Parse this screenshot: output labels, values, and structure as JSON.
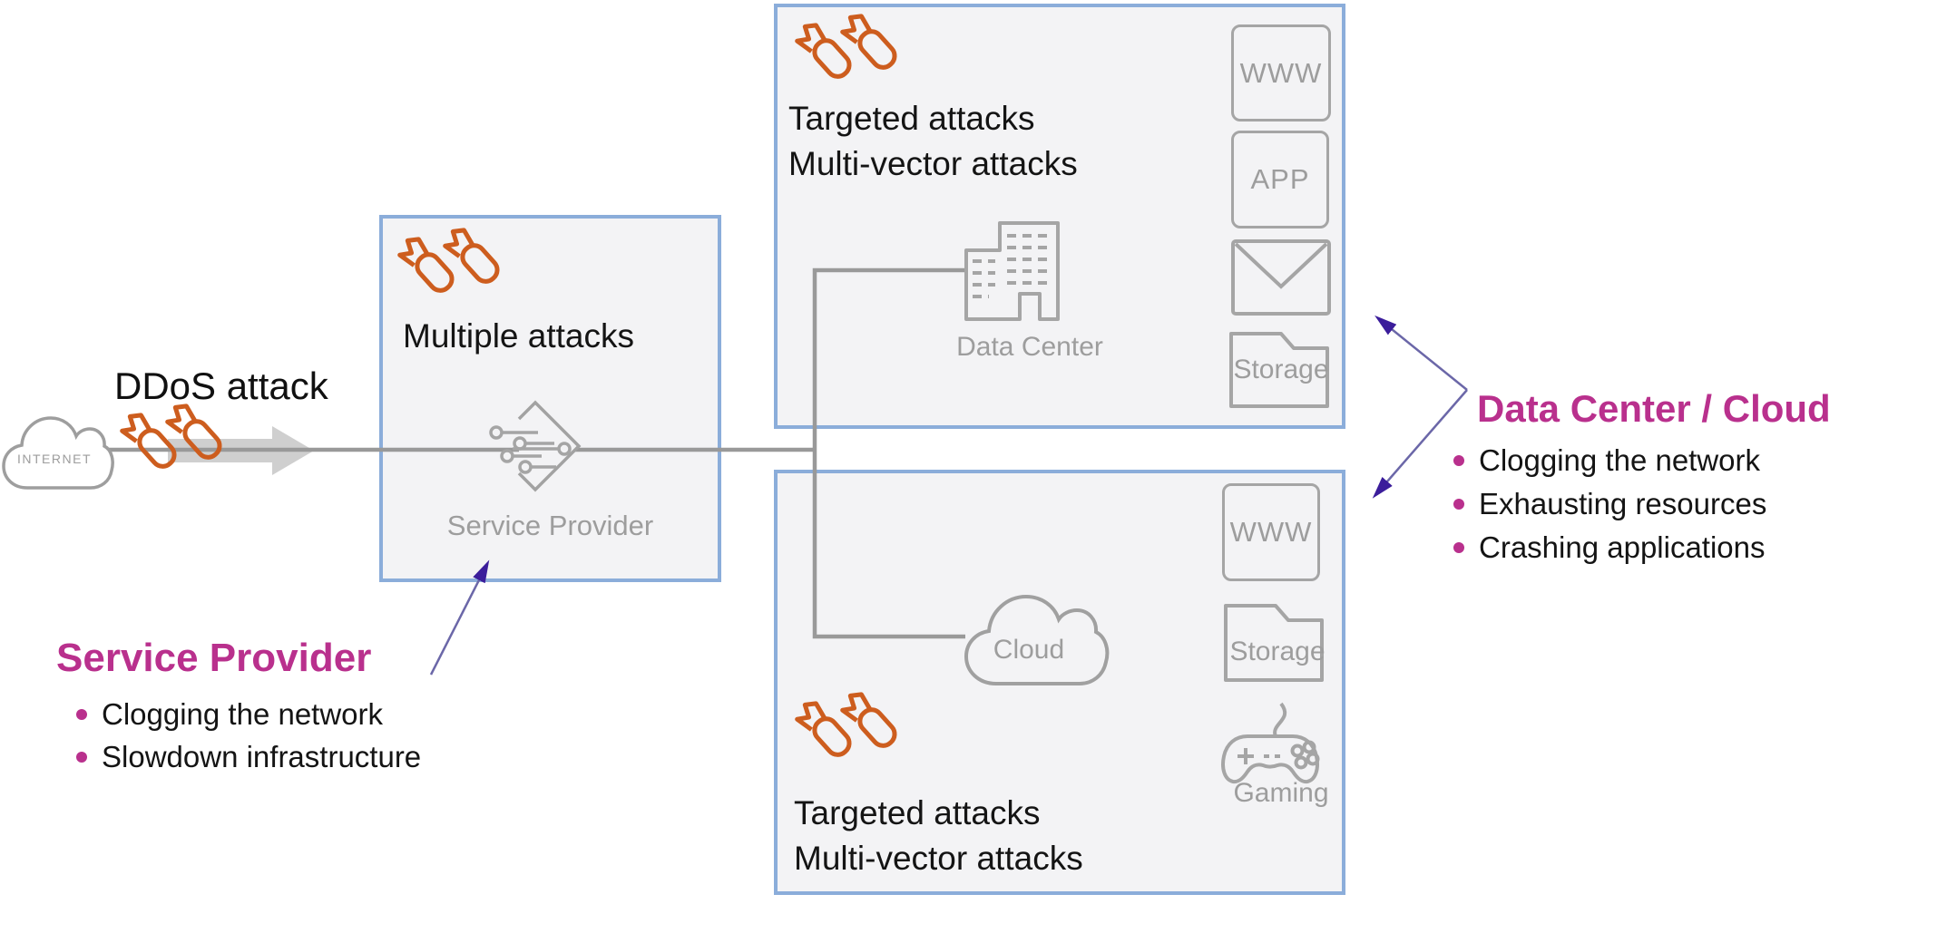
{
  "colors": {
    "magenta": "#b9308d",
    "purple_line": "#6b67a8",
    "purple_head": "#3b1d9b",
    "orange": "#cd5d1e",
    "box_border": "#8badda",
    "box_fill": "#f3f3f5",
    "line_gray": "#999999",
    "icon_gray": "#a5a5a5",
    "label_gray": "#9d9d9d",
    "text_black": "#141414",
    "light_arrow": "#cfcfcf"
  },
  "internet_node": {
    "label": "INTERNET"
  },
  "ddos_attack": {
    "label": "DDoS attack"
  },
  "service_provider_box": {
    "attacks_label": "Multiple attacks",
    "node_label": "Service Provider"
  },
  "data_center_box": {
    "attacks_line1": "Targeted attacks",
    "attacks_line2": "Multi-vector attacks",
    "node_label": "Data Center",
    "services": {
      "www": "WWW",
      "app": "APP",
      "storage": "Storage"
    }
  },
  "cloud_box": {
    "attacks_line1": "Targeted attacks",
    "attacks_line2": "Multi-vector attacks",
    "node_label": "Cloud",
    "services": {
      "www": "WWW",
      "storage": "Storage",
      "gaming": "Gaming"
    }
  },
  "service_provider_note": {
    "title": "Service Provider",
    "bullets": [
      "Clogging the network",
      "Slowdown infrastructure"
    ]
  },
  "data_center_note": {
    "title": "Data Center / Cloud",
    "bullets": [
      "Clogging the network",
      "Exhausting resources",
      "Crashing applications"
    ]
  }
}
